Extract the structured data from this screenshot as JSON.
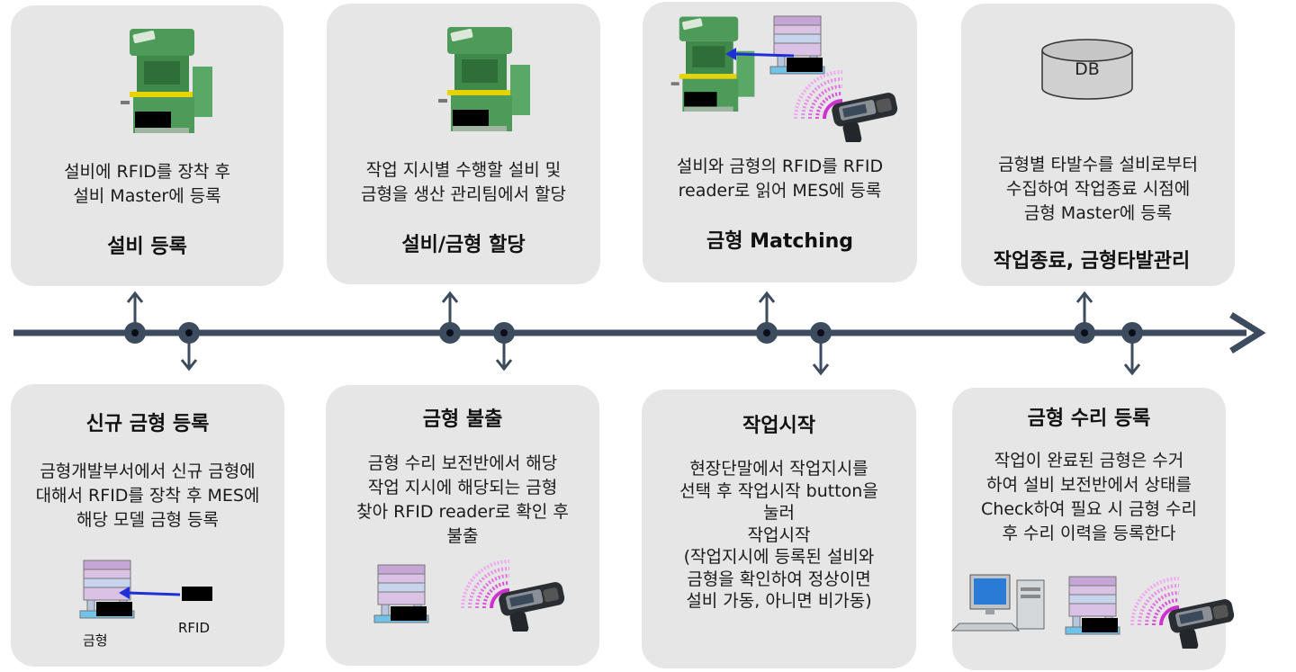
{
  "top_steps": [
    {
      "title": "설비 등록",
      "desc": [
        "설비에 RFID를 장착 후",
        "설비 Master에 등록"
      ]
    },
    {
      "title": "설비/금형 할당",
      "desc": [
        "작업 지시별 수행할 설비 및",
        "금형을 생산 관리팀에서 할당"
      ]
    },
    {
      "title": "금형 Matching",
      "desc": [
        "설비와 금형의 RFID를 RFID",
        "reader로 읽어 MES에 등록"
      ]
    },
    {
      "title": "작업종료, 금형타발관리",
      "desc": [
        "금형별 타발수를 설비로부터",
        "수집하여 작업종료 시점에",
        "금형 Master에 등록"
      ],
      "db_label": "DB"
    }
  ],
  "bottom_steps": [
    {
      "title": "신규 금형 등록",
      "desc": [
        "금형개발부서에서 신규 금형에",
        "대해서 RFID를 장착 후 MES에",
        "해당 모델 금형 등록"
      ],
      "mold_label": "금형",
      "rfid_label": "RFID"
    },
    {
      "title": "금형 불출",
      "desc": [
        "금형 수리 보전반에서 해당",
        "작업 지시에 해당되는 금형",
        "찾아 RFID reader로 확인 후",
        "불출"
      ]
    },
    {
      "title": "작업시작",
      "desc": [
        "현장단말에서 작업지시를",
        "선택 후 작업시작 button을",
        "눌러",
        "작업시작",
        "(작업지시에 등록된 설비와",
        "금형을 확인하여 정상이면",
        "설비 가동, 아니면 비가동)"
      ]
    },
    {
      "title": "금형 수리 등록",
      "desc": [
        "작업이 완료된 금형은 수거",
        "하여 설비 보전반에서 상태를",
        "Check하여 필요 시 금형 수리",
        "후 수리 이력을 등록한다"
      ]
    }
  ],
  "colors": {
    "card": "#e6e6e6",
    "timeline": "#3d4b5e",
    "press_green": "#3f8a4a",
    "rfid_tag": "#000000",
    "arrow_blue": "#1f2fd6",
    "signal": "#e040e0"
  },
  "icons": [
    "press-machine-icon",
    "rfid-tag-icon",
    "mold-icon",
    "rfid-reader-icon",
    "database-icon",
    "computer-icon"
  ]
}
